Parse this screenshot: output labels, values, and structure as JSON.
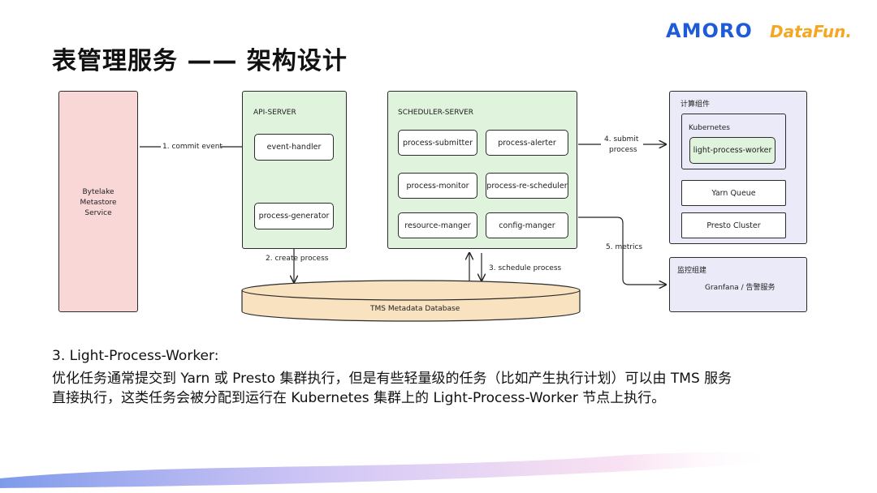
{
  "slide": {
    "title": "表管理服务 —— 架构设计",
    "logo_amoro": "AMORO",
    "logo_datafun": "DataFun."
  },
  "diagram": {
    "bytelake": {
      "line1": "Bytelake",
      "line2": "Metastore",
      "line3": "Service"
    },
    "api_server": {
      "title": "API-SERVER",
      "event_handler": "event-handler",
      "process_generator": "process-generator"
    },
    "scheduler_server": {
      "title": "SCHEDULER-SERVER",
      "modules": [
        "process-submitter",
        "process-alerter",
        "process-monitor",
        "process-re-scheduler",
        "resource-manger",
        "config-manger"
      ]
    },
    "compute": {
      "title": "计算组件",
      "kubernetes": "Kubernetes",
      "worker": "light-process-worker",
      "yarn": "Yarn Queue",
      "presto": "Presto Cluster"
    },
    "monitor": {
      "title": "监控组建",
      "grafana": "Granfana / 告警服务"
    },
    "database": "TMS Metadata Database",
    "arrows": {
      "commit_event": "1. commit event",
      "create_process": "2. create process",
      "schedule_process": "3. schedule process",
      "submit_line1": "4. submit",
      "submit_line2": "process",
      "metrics": "5. metrics"
    },
    "colors": {
      "bytelake_fill": "#f9d7d7",
      "green_fill": "#dff3dd",
      "compute_fill": "#eaeaf8",
      "db_fill": "#f9e2bf"
    }
  },
  "notes": {
    "heading": "3. Light-Process-Worker:",
    "line1": "优化任务通常提交到 Yarn 或 Presto 集群执行，但是有些轻量级的任务（比如产生执行计划）可以由 TMS 服务",
    "line2": "直接执行，这类任务会被分配到运行在 Kubernetes 集群上的 Light-Process-Worker 节点上执行。"
  }
}
